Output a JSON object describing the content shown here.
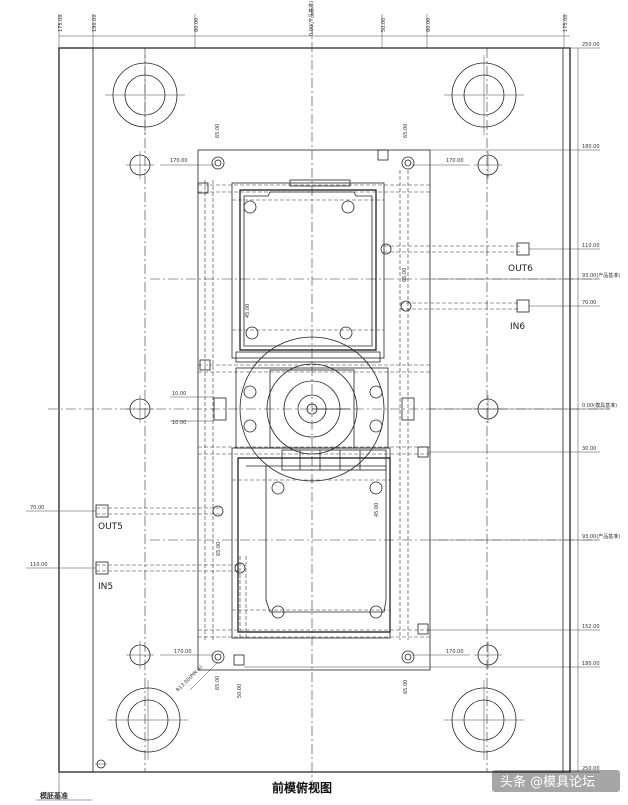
{
  "drawing": {
    "title": "前模俯视图",
    "datum_label": "模胚基准",
    "pitch_label": "R13.00(PIN A)",
    "watermark": "头条 @模具论坛"
  },
  "dims": {
    "top": [
      "175.00",
      "190.00",
      "80.00",
      "0.00(产品基准)",
      "50.00",
      "80.00",
      "175.00"
    ],
    "right": [
      "250.00",
      "180.00",
      "110.00",
      "93.00(产品基准)",
      "70.00",
      "0.00(模具基准)",
      "30.00",
      "93.00(产品基准)",
      "152.00",
      "180.00",
      "250.00"
    ],
    "left": [
      "70.00",
      "110.00"
    ],
    "inner": [
      "170.00",
      "170.00",
      "10.00",
      "10.00",
      "170.00",
      "170.00",
      "65.00",
      "65.00",
      "45.00",
      "65.00",
      "45.00",
      "65.00",
      "65.00",
      "50.00",
      "65.00"
    ]
  },
  "ports": {
    "out6": "OUT6",
    "in6": "IN6",
    "out5": "OUT5",
    "in5": "IN5"
  }
}
